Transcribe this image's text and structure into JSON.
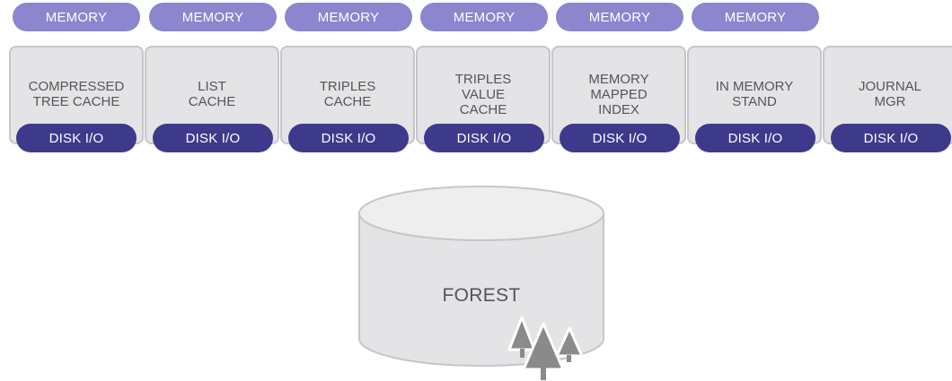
{
  "components": [
    {
      "label": "COMPRESSED\nTREE CACHE",
      "memory": "MEMORY",
      "disk": "DISK I/O"
    },
    {
      "label": "LIST\nCACHE",
      "memory": "MEMORY",
      "disk": "DISK I/O"
    },
    {
      "label": "TRIPLES\nCACHE",
      "memory": "MEMORY",
      "disk": "DISK I/O"
    },
    {
      "label": "TRIPLES\nVALUE\nCACHE",
      "memory": "MEMORY",
      "disk": "DISK I/O"
    },
    {
      "label": "MEMORY\nMAPPED\nINDEX",
      "memory": "MEMORY",
      "disk": "DISK I/O"
    },
    {
      "label": "IN MEMORY\nSTAND",
      "memory": "MEMORY",
      "disk": "DISK I/O"
    },
    {
      "label": "JOURNAL\nMGR",
      "disk": "DISK I/O"
    }
  ],
  "forest": {
    "label": "FOREST",
    "icon": "trees-icon"
  },
  "colors": {
    "memory_pill": "#8b86cd",
    "disk_pill": "#3d3a8c",
    "box_fill": "#e4e4e6",
    "box_border": "#c6c6ca",
    "text": "#555559",
    "tree": "#8a8a8d"
  }
}
